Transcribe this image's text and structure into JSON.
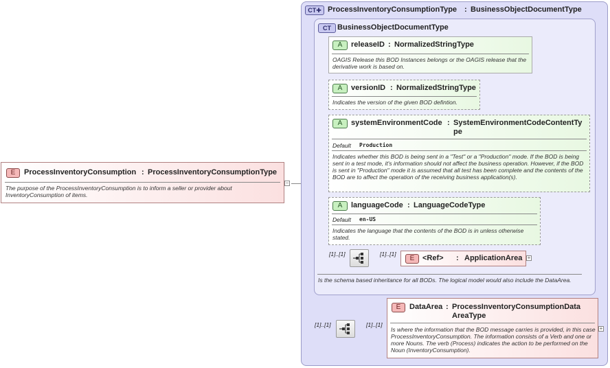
{
  "root": {
    "badge": "E",
    "name": "ProcessInventoryConsumption",
    "sep": ":",
    "type": "ProcessInventoryConsumptionType",
    "description": "The purpose of the ProcessInventoryConsumption is to inform a seller or provider about InventoryConsumption of items."
  },
  "complex_type": {
    "badge": "CT",
    "name": "ProcessInventoryConsumptionType",
    "sep": ":",
    "type": "BusinessObjectDocumentType"
  },
  "base_type": {
    "badge": "CT",
    "name": "BusinessObjectDocumentType",
    "description": "Is the schema based inheritance for all BODs. The logical model would also include the DataArea."
  },
  "attributes": [
    {
      "badge": "A",
      "name": "releaseID",
      "sep": ":",
      "type": "NormalizedStringType",
      "description": "OAGIS Release this BOD Instances belongs or the OAGIS release that the derivative work is based on."
    },
    {
      "badge": "A",
      "name": "versionID",
      "sep": ":",
      "type": "NormalizedStringType",
      "description": "Indicates the version of the given BOD defintion."
    },
    {
      "badge": "A",
      "name": "systemEnvironmentCode",
      "sep": ":",
      "type_line1": "SystemEnvironmentCodeContentTy",
      "type_line2": "pe",
      "default_label": "Default",
      "default_value": "Production",
      "description": "Indicates whether this BOD is being sent in a \"Test\" or a \"Production\" mode. If the BOD is being sent in a test mode, it's information should not affect the business operation. However, if the BOD is sent in \"Production\" mode it is assumed that all test has been complete and the contents of the BOD are to affect the operation of the receiving business application(s)."
    },
    {
      "badge": "A",
      "name": "languageCode",
      "sep": ":",
      "type": "LanguageCodeType",
      "default_label": "Default",
      "default_value": "en-US",
      "description": "Indicates the language that the contents of the BOD is in unless otherwise stated."
    }
  ],
  "application_area": {
    "occ_left": "[1]..[1]",
    "occ_right": "[1]..[1]",
    "badge": "E",
    "name": "<Ref>",
    "sep": ":",
    "type": "ApplicationArea"
  },
  "data_area": {
    "occ_left": "[1]..[1]",
    "occ_right": "[1]..[1]",
    "badge": "E",
    "name": "DataArea",
    "sep": ":",
    "type_line1": "ProcessInventoryConsumptionData",
    "type_line2": "AreaType",
    "description": "Is where the information that the BOD message carries is provided, in this case ProcessInventoryConsumption. The information consists of a Verb and one or more Nouns. The verb (Process) indicates the action to be performed on the Noun (InventoryConsumption)."
  },
  "colors": {
    "element": "#f5b8b8",
    "attribute": "#c8f0c0",
    "complex_type_bg": "#dedef8"
  },
  "icons": [
    "sequence-icon",
    "expand-plus-icon",
    "collapse-minus-icon"
  ]
}
